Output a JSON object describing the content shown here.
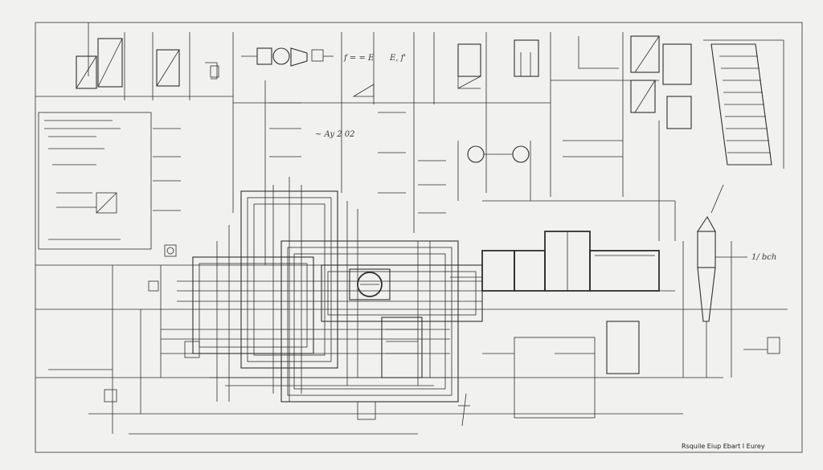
{
  "colors": {
    "paper": "#f1f1ef",
    "ink": "#2f2f2f",
    "ink_light": "#6a6a6a"
  },
  "title_block": {
    "caption": "Rsquile Eiup Ebart I Eurey"
  },
  "equations": {
    "eq_mid_top": "f = = E",
    "eq_mid_top2": "E, f'",
    "eq_center": "~ Ay 2 02",
    "eq_right_1": "1/ bch"
  }
}
